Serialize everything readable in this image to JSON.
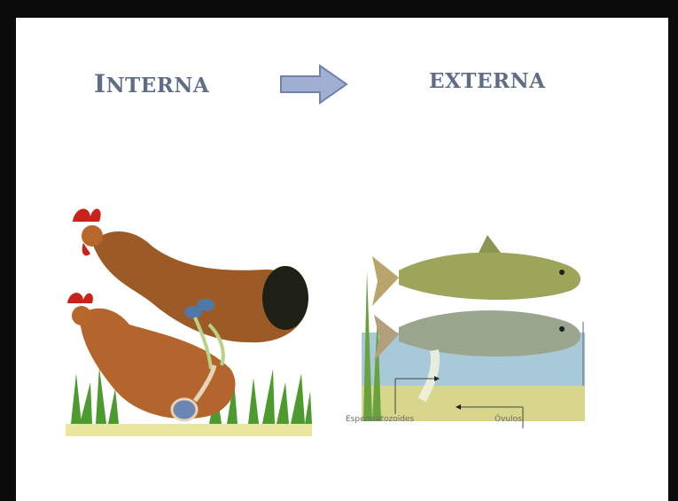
{
  "headings": {
    "left_initial": "I",
    "left_rest": "NTERNA",
    "right": "EXTERNA"
  },
  "captions": {
    "left": "Espermatozoides",
    "right": "Óvulos"
  },
  "icons": {
    "arrow": "right-arrow-icon"
  },
  "colors": {
    "heading": "#5f6e86",
    "arrow_fill": "#9fb0d3",
    "arrow_stroke": "#6f82ad"
  }
}
